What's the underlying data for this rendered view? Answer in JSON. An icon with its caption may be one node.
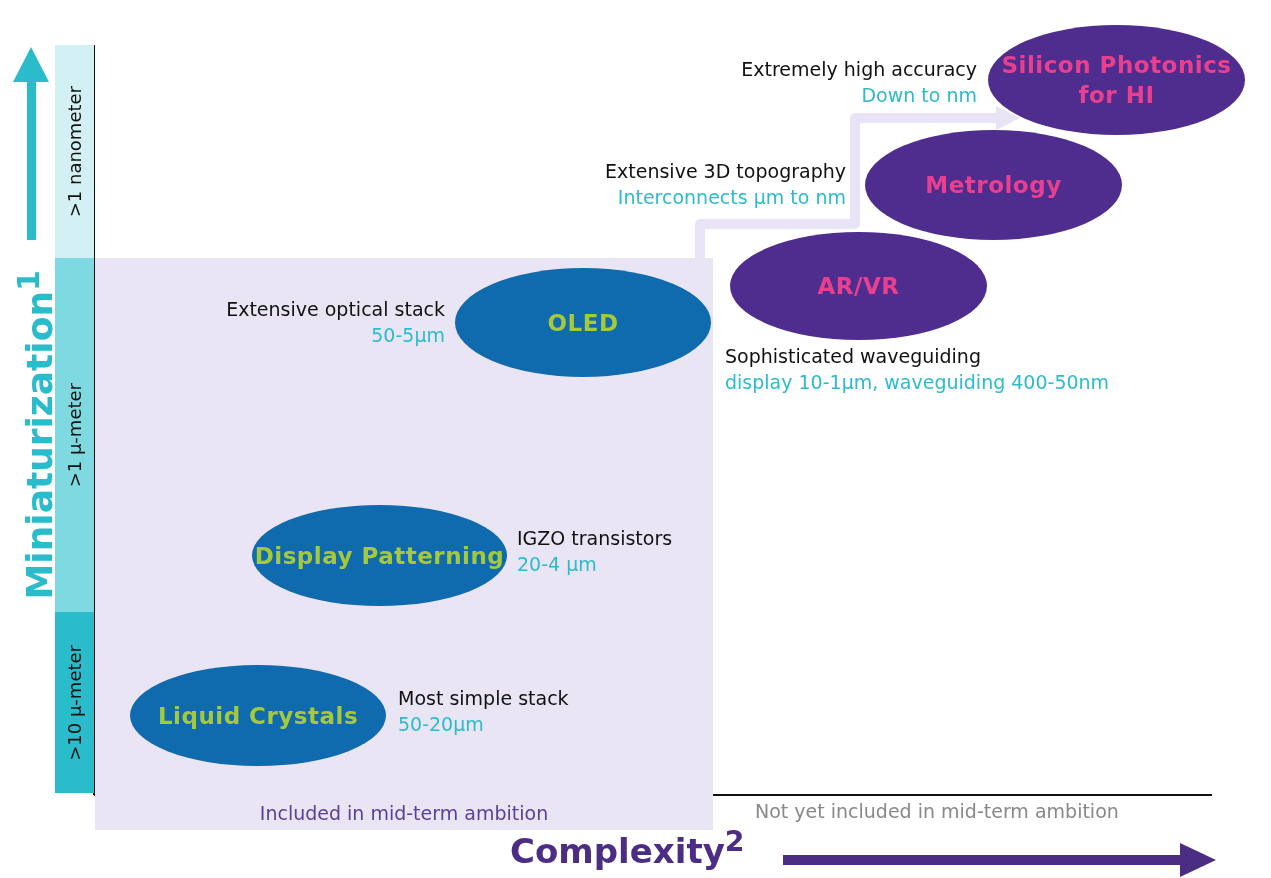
{
  "diagram": {
    "nodes": [
      {
        "text": [
          ">1 nanometer"
        ]
      },
      {
        "text": [
          ">1 µ-meter"
        ]
      },
      {
        "text": [
          ">10 µ-meter"
        ]
      },
      {
        "text": [
          "Included in mid-term ambition"
        ]
      },
      {
        "text": [
          "Silicon Photonics for HI"
        ],
        "beside": [
          "Extremely high accuracy",
          "Down to nm"
        ]
      },
      {
        "text": [
          "Metrology"
        ],
        "beside": [
          "Extensive 3D topography",
          "Interconnects µm to nm"
        ]
      },
      {
        "text": [
          "AR/VR"
        ],
        "beside": [
          "Sophisticated waveguiding",
          "display 10-1µm, waveguiding 400-50nm"
        ]
      },
      {
        "text": [
          "OLED"
        ],
        "in": 3,
        "beside": [
          "Extensive optical stack",
          "50-5µm"
        ]
      },
      {
        "text": [
          "Display Patterning"
        ],
        "in": 3,
        "beside": [
          "IGZO transistors",
          "20-4 µm"
        ]
      },
      {
        "text": [
          "Liquid Crystals"
        ],
        "in": 3,
        "beside": [
          "Most simple stack",
          "50-20µm"
        ]
      }
    ],
    "edges": [
      {
        "from": 3,
        "to": 4,
        "arrow": "to"
      }
    ],
    "labels": [
      "Miniaturization$^{1}$",
      "Not yet included in mid-term ambition",
      "Complexity$^{2}$"
    ]
  }
}
